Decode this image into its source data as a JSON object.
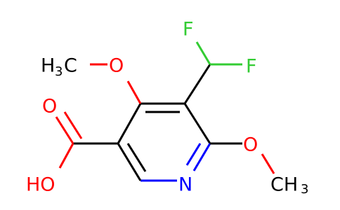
{
  "molecule": {
    "atoms": {
      "f_top": "F",
      "f_right": "F",
      "methoxy_upper_o": "O",
      "methoxy_upper_ch3_main": "H",
      "methoxy_upper_ch3_sub": "3",
      "methoxy_upper_ch3_c": "C",
      "carbonyl_o": "O",
      "hydroxyl": "HO",
      "ring_n": "N",
      "methoxy_lower_o": "O",
      "methoxy_lower_ch3_main": "CH",
      "methoxy_lower_ch3_sub": "3"
    },
    "colors": {
      "bond": "#000000",
      "oxygen": "#ff0000",
      "fluorine": "#33cc33",
      "nitrogen": "#0000ff"
    }
  }
}
